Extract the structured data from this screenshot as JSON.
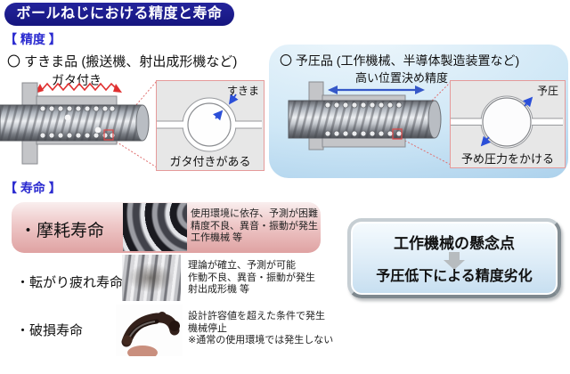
{
  "title": "ボールねじにおける精度と寿命",
  "precision": {
    "header": "【 精度 】",
    "clearance": {
      "heading": "〇 すきま品 (搬送機、射出成形機など)",
      "backlash_label": "ガタ付き",
      "backlash_icon": "red-zigzag-double-arrow-icon",
      "gap_label": "すきま",
      "note": "ガタ付きがある"
    },
    "preload": {
      "heading": "〇 予圧品 (工作機械、半導体製造装置など)",
      "accuracy_label": "高い位置決め精度",
      "stroke_icon": "blue-double-arrow-icon",
      "preload_label": "予圧",
      "note": "予め圧力をかける"
    }
  },
  "life": {
    "header": "【 寿命 】",
    "items": [
      {
        "name": "・摩耗寿命",
        "photo_icon": "worn-ballscrew-photo",
        "highlighted": true,
        "desc": [
          "使用環境に依存、予測が困難",
          "精度不良、異音・振動が発生",
          "工作機械 等"
        ]
      },
      {
        "name": "・転がり疲れ寿命",
        "photo_icon": "flaked-raceway-photo",
        "highlighted": false,
        "desc": [
          "理論が確立、予測が可能",
          "作動不良、異音・振動が発生",
          "射出成形機 等"
        ]
      },
      {
        "name": "・破損寿命",
        "photo_icon": "broken-nut-photo",
        "highlighted": false,
        "desc": [
          "設計許容値を超えた条件で発生",
          "機械停止",
          "※通常の使用環境では発生しない"
        ]
      }
    ]
  },
  "concern": {
    "title": "工作機械の懸念点",
    "arrow_icon": "gray-down-arrow-icon",
    "result": "予圧低下による精度劣化"
  },
  "colors": {
    "title_bg": "#1c1c8f",
    "section_header_blue": "#2b2bd0",
    "panel_blue": "#b9d9ef",
    "highlight_pink": "#dfa2a2",
    "inset_border_pink": "#e59a9a",
    "callout_red": "#e04040",
    "arrow_blue": "#3558c8"
  }
}
